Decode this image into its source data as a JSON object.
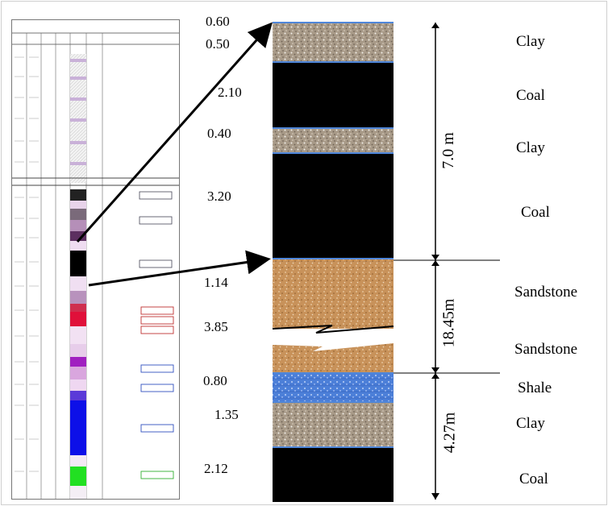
{
  "column": {
    "values": [
      "0.60",
      "0.50",
      "2.10",
      "0.40",
      "3.20",
      "1.14",
      "3.85",
      "0.80",
      "1.35",
      "2.12"
    ],
    "lithology": [
      "Clay",
      "Coal",
      "Clay",
      "Coal",
      "Sandstone",
      "Sandstone",
      "Shale",
      "Clay",
      "Coal"
    ],
    "thickness_intervals": [
      "7.0 m",
      "18.45m",
      "4.27m"
    ]
  },
  "colors": {
    "clay": "#a89a88",
    "coal": "#000000",
    "sandstone": "#c8925a",
    "shale": "#4c7fd8",
    "boundary": "#4f86d9"
  }
}
